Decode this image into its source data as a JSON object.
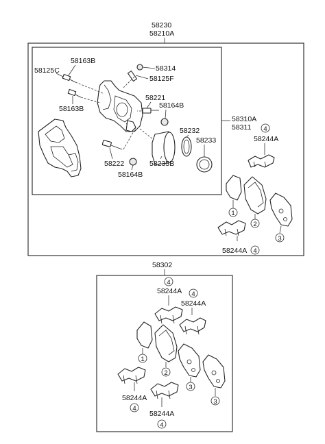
{
  "top_assembly": {
    "part_no_1": "58230",
    "part_no_2": "58210A"
  },
  "caliper_labels": {
    "l58163B_top": "58163B",
    "l58125C": "58125C",
    "l58163B_bottom": "58163B",
    "l58314": "58314",
    "l58125F": "58125F",
    "l58221": "58221",
    "l58164B_top": "58164B",
    "l58232": "58232",
    "l58233": "58233",
    "l58222": "58222",
    "l58235B": "58235B",
    "l58164B_bottom": "58164B"
  },
  "pad_kit_top": {
    "l58310A": "58310A",
    "l58311": "58311",
    "l58244A_upper": "58244A",
    "l58244A_lower": "58244A",
    "c4_upper": "4",
    "c4_lower": "4",
    "c1": "1",
    "c2": "2",
    "c3": "3"
  },
  "bottom_assembly": {
    "part_no": "58302",
    "l58244A_a": "58244A",
    "l58244A_b": "58244A",
    "l58244A_c": "58244A",
    "l58244A_d": "58244A",
    "c4_a": "4",
    "c4_b": "4",
    "c4_c": "4",
    "c4_d": "4",
    "c1": "1",
    "c2": "2",
    "c3_a": "3",
    "c3_b": "3"
  }
}
